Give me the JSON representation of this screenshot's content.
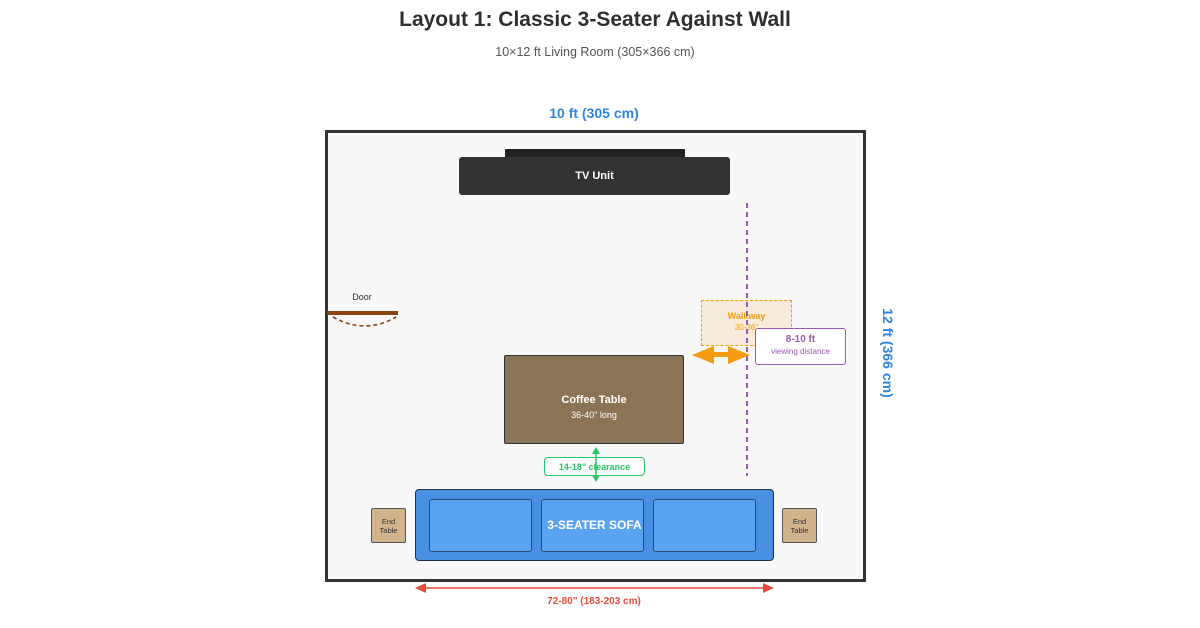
{
  "title": "Layout 1: Classic 3-Seater Against Wall",
  "subtitle": "10×12 ft Living Room (305×366 cm)",
  "room": {
    "width_label": "10 ft (305 cm)",
    "length_label": "12 ft (366 cm)"
  },
  "furniture": {
    "tv_unit": "TV Unit",
    "door": "Door",
    "coffee_table": {
      "title": "Coffee Table",
      "size": "36-40\" long"
    },
    "clearance": "14-18\" clearance",
    "sofa": "3-SEATER SOFA",
    "end_table_left": "End Table",
    "end_table_right": "End Table"
  },
  "walkway": {
    "title": "Walkway",
    "size": "30-36\""
  },
  "viewing": {
    "title": "8-10 ft",
    "subtitle": "viewing distance"
  },
  "sofa_width": "72-80\" (183-203 cm)",
  "colors": {
    "room_dimensions": "#2e86de",
    "clearance": "#27c46a",
    "sofa": "#4a90e2",
    "coffee_table": "#8b7355",
    "end_table": "#d2b48c",
    "walkway": "#f39c12",
    "viewing": "#9b59b6",
    "sofa_width": "#e74c3c",
    "door": "#8b4513"
  }
}
